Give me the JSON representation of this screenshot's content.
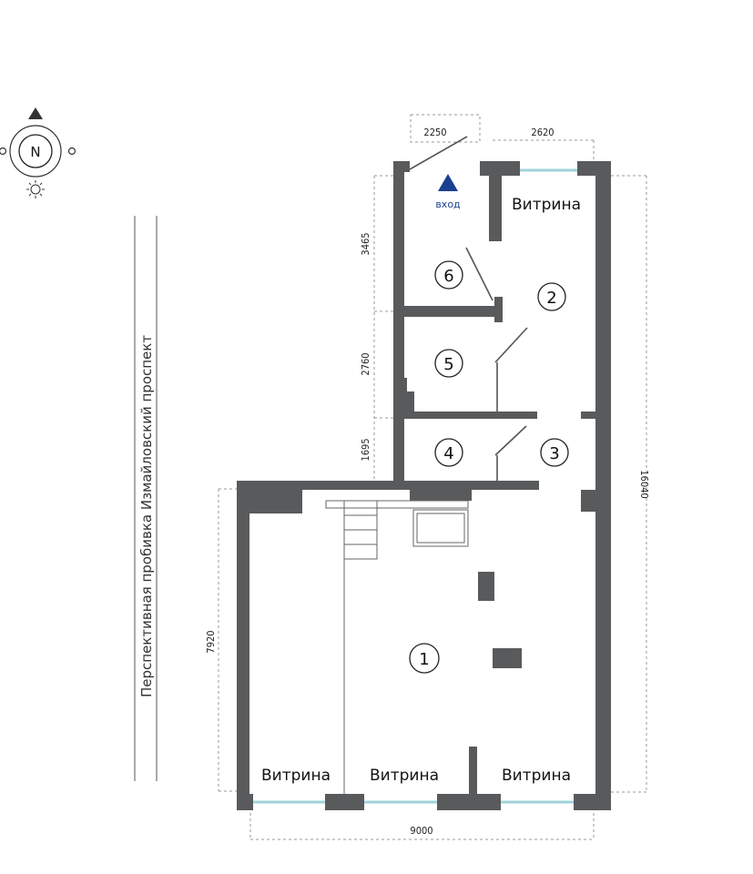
{
  "compass": {
    "label": "N"
  },
  "street": {
    "label": "Перспективная пробивка Измайловский проспект"
  },
  "entrance": {
    "label": "вход"
  },
  "showcases": {
    "label": "Витрина"
  },
  "rooms": [
    "1",
    "2",
    "3",
    "4",
    "5",
    "6"
  ],
  "dimensions": {
    "top_left": "2250",
    "top_right": "2620",
    "side_upper": "3465",
    "side_middle": "2760",
    "side_lower": "1695",
    "right_total": "16040",
    "left_lower": "7920",
    "bottom": "9000"
  }
}
